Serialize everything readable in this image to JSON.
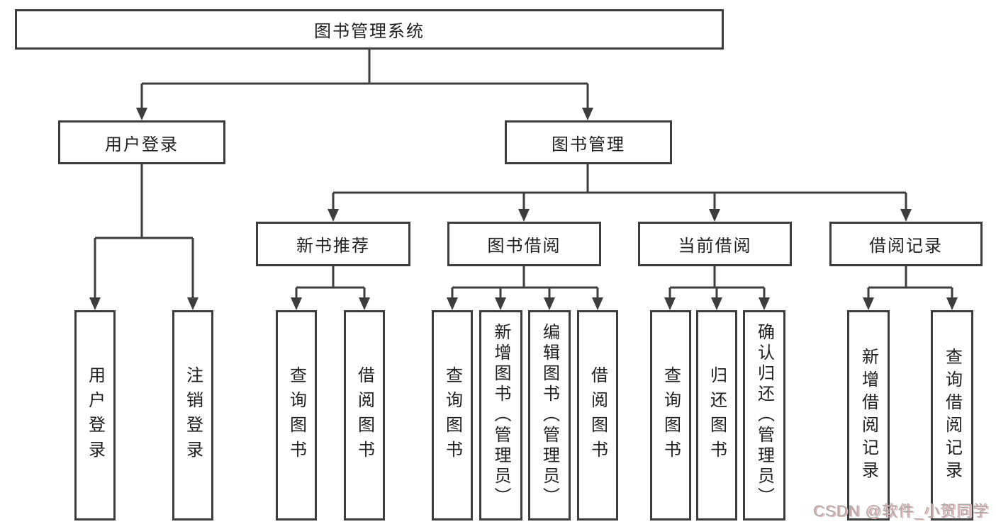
{
  "diagram": {
    "root_label": "图书管理系统",
    "branches": [
      {
        "label": "用户登录",
        "children": [
          {
            "label": "用户登录"
          },
          {
            "label": "注销登录"
          }
        ]
      },
      {
        "label": "图书管理",
        "children": [
          {
            "label": "新书推荐",
            "children": [
              {
                "label": "查询图书"
              },
              {
                "label": "借阅图书"
              }
            ]
          },
          {
            "label": "图书借阅",
            "children": [
              {
                "label": "查询图书"
              },
              {
                "label": "新增图书（管理员）"
              },
              {
                "label": "编辑图书（管理员）"
              },
              {
                "label": "借阅图书"
              }
            ]
          },
          {
            "label": "当前借阅",
            "children": [
              {
                "label": "查询图书"
              },
              {
                "label": "归还图书"
              },
              {
                "label": "确认归还（管理员）"
              }
            ]
          },
          {
            "label": "借阅记录",
            "children": [
              {
                "label": "新增借阅记录"
              },
              {
                "label": "查询借阅记录"
              }
            ]
          }
        ]
      }
    ]
  },
  "watermark": {
    "text": "CSDN @软件_小贺同学"
  },
  "colors": {
    "line": "#3d3d3d",
    "text": "#1f1f1f",
    "background": "#ffffff",
    "watermark_text": "#ababab",
    "watermark_shadow": "#e8b0b0"
  }
}
